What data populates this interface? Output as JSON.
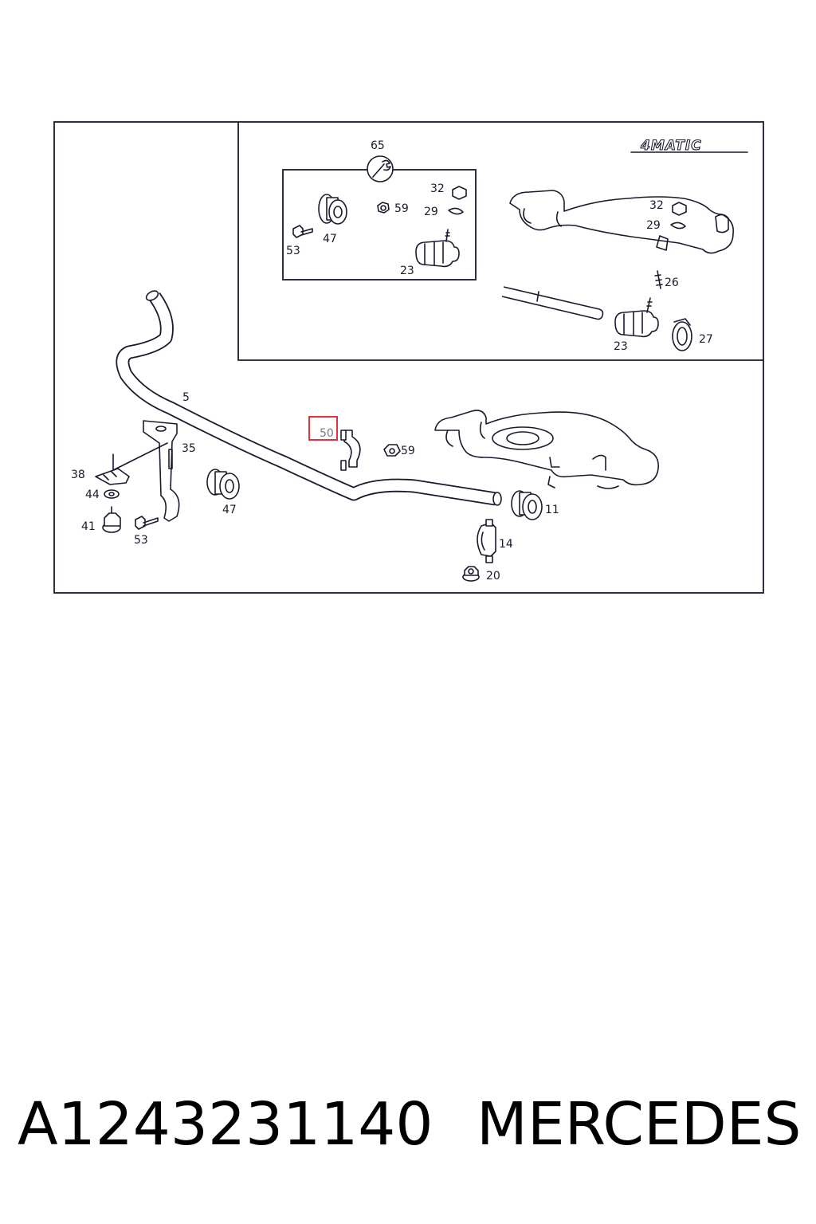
{
  "diagram": {
    "emblem_text": "4MATIC",
    "highlight_color": "#e8303a",
    "callouts": {
      "c65": "65",
      "c32a": "32",
      "c29a": "29",
      "c59a": "59",
      "c47a": "47",
      "c53a": "53",
      "c23a": "23",
      "c32b": "32",
      "c29b": "29",
      "c26": "26",
      "c23b": "23",
      "c27": "27",
      "c5": "5",
      "c50": "50",
      "c59b": "59",
      "c35": "35",
      "c38": "38",
      "c44": "44",
      "c41": "41",
      "c53b": "53",
      "c47b": "47",
      "c11": "11",
      "c14": "14",
      "c20": "20"
    }
  },
  "caption": {
    "part_number": "A1243231140",
    "brand": "MERCEDES"
  }
}
